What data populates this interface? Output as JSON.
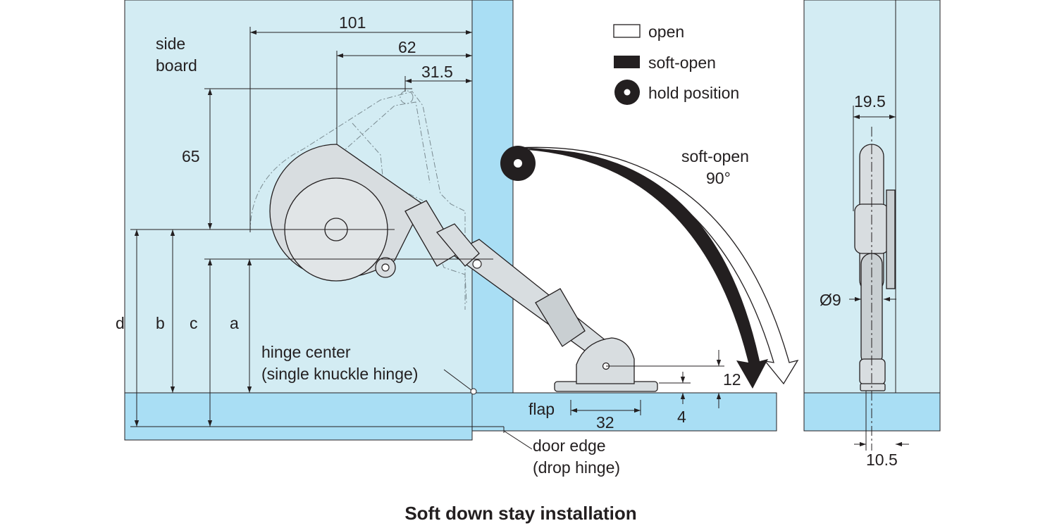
{
  "legend": {
    "open": "open",
    "soft_open": "soft-open",
    "hold_position": "hold position"
  },
  "labels": {
    "side_board_line1": "side",
    "side_board_line2": "board",
    "soft_open_line1": "soft-open",
    "soft_open_line2": "90°",
    "hinge_center_line1": "hinge center",
    "hinge_center_line2": "(single knuckle hinge)",
    "door_edge_line1": "door edge",
    "door_edge_line2": "(drop hinge)",
    "flap": "flap"
  },
  "dimensions": {
    "d101": "101",
    "d62": "62",
    "d31_5": "31.5",
    "d65": "65",
    "d12": "12",
    "d4": "4",
    "d32": "32",
    "d19_5": "19.5",
    "dia9": "Ø9",
    "d10_5": "10.5",
    "a": "a",
    "b": "b",
    "c": "c",
    "d": "d"
  },
  "caption": "Soft down stay installation",
  "colors": {
    "panel_light": "#d3ecf3",
    "panel_dark": "#a9def4",
    "ink": "#231f20",
    "mechanism": "#d8dde0"
  }
}
